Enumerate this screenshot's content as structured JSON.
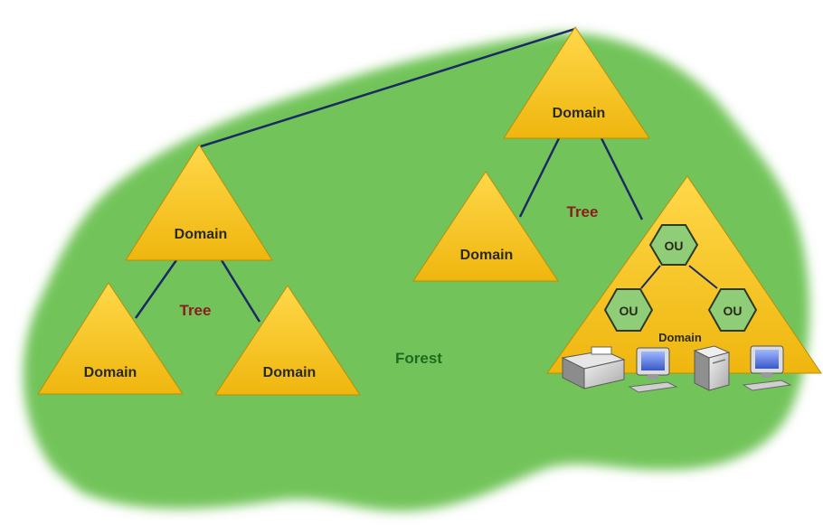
{
  "colors": {
    "forest_fill": "#72c45a",
    "domain_fill": "#f6c21a",
    "domain_edge": "#b98d05",
    "ou_fill": "#8fcd78",
    "ou_edge": "#2c3a22",
    "line": "#1b2a63",
    "tree_text": "#8a1d1d",
    "forest_text": "#1f6a1f",
    "domain_text": "#2a2a1a"
  },
  "labels": {
    "forest": "Forest",
    "tree_left": "Tree",
    "tree_right": "Tree",
    "domain_root": "Domain",
    "domain_left_root": "Domain",
    "domain_left_child1": "Domain",
    "domain_left_child2": "Domain",
    "domain_right_child1": "Domain",
    "domain_ou_container": "Domain",
    "ou_top": "OU",
    "ou_left": "OU",
    "ou_right": "OU"
  },
  "icons": [
    "printer-icon",
    "monitor-icon",
    "server-tower-icon",
    "monitor-icon"
  ]
}
